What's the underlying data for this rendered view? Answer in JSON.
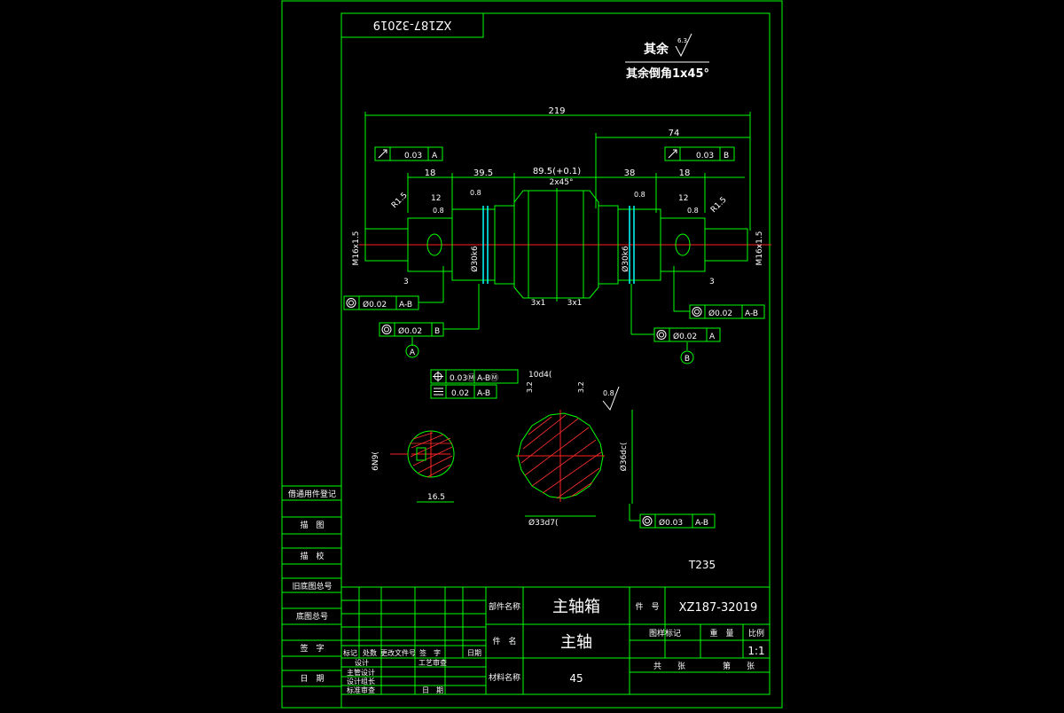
{
  "drawing_number_box": "XZ187-32019",
  "finish_note": {
    "line1_label": "其余",
    "line1_roughness": "6.3",
    "line2": "其余倒角1x45°"
  },
  "dimensions": {
    "overall": "219",
    "right": "74",
    "left_18": "18",
    "d_39_5": "39.5",
    "d_89_5": "89.5(+0.1)",
    "chamfer_2x45": "2x45°",
    "d_38": "38",
    "right_18": "18",
    "small_3": "3",
    "small_12": "12",
    "r15_left": "R1.5",
    "r15_right": "R1.5",
    "thread_left": "M16x1.5",
    "thread_right": "M16x1.5",
    "phi30_left": "Ø30k6",
    "phi30_right": "Ø30k6",
    "groove_3x1_a": "3x1",
    "groove_3x1_b": "3x1",
    "rough_08_a": "0.8",
    "rough_08_b": "0.8",
    "rough_08_c": "0.8",
    "rough_08_d": "0.8",
    "spline_top": "10d4(",
    "spline_32": "3.2",
    "spline_32b": "3.2",
    "rough_spline": "0.8",
    "dim_165": "16.5",
    "dim_phi33": "Ø33d7(",
    "dim_phi36": "Ø36dc(",
    "dim_phi9": "6N9(",
    "material_note": "T235"
  },
  "tolerance_frames": {
    "runout_left": {
      "value": "0.03",
      "datum": "A"
    },
    "runout_right": {
      "value": "0.03",
      "datum": "B"
    },
    "coax_left_ab": {
      "value": "Ø0.02",
      "datum": "A-B"
    },
    "coax_left_b": {
      "value": "Ø0.02",
      "datum": "B"
    },
    "coax_right_ab": {
      "value": "Ø0.02",
      "datum": "A-B"
    },
    "coax_right_a": {
      "value": "Ø0.02",
      "datum": "A"
    },
    "position": {
      "value": "0.03Ⓜ",
      "datum": "A-BⓂ"
    },
    "symmetry": {
      "value": "0.02",
      "datum": "A-B"
    },
    "coax_spline": {
      "value": "Ø0.03",
      "datum": "A-B"
    }
  },
  "datums": {
    "a": "A",
    "b": "B"
  },
  "left_column": [
    "借通用件登记",
    "描　图",
    "描　校",
    "旧底图总号",
    "底图总号",
    "签　字",
    "日　期"
  ],
  "title_block": {
    "rev_headers": [
      "标记",
      "处数",
      "更改文件号",
      "签　字",
      "日期"
    ],
    "role_design": "设计",
    "role_process": "工艺审查",
    "role_main": "主管设计",
    "role_group": "设计组长",
    "role_standard": "标准审查",
    "role_date": "日　期",
    "part_group_label": "部件名称",
    "part_group_value": "主轴箱",
    "part_name_label": "件　名",
    "part_name_value": "主轴",
    "material_label": "材料名称",
    "material_value": "45",
    "part_no_label": "件　号",
    "part_no_value": "XZ187-32019",
    "col_stage": "图样标记",
    "col_weight": "重　量",
    "col_scale": "比例",
    "scale_value": "1:1",
    "sheets_total": "共　　张",
    "sheet_no": "第　　张"
  }
}
